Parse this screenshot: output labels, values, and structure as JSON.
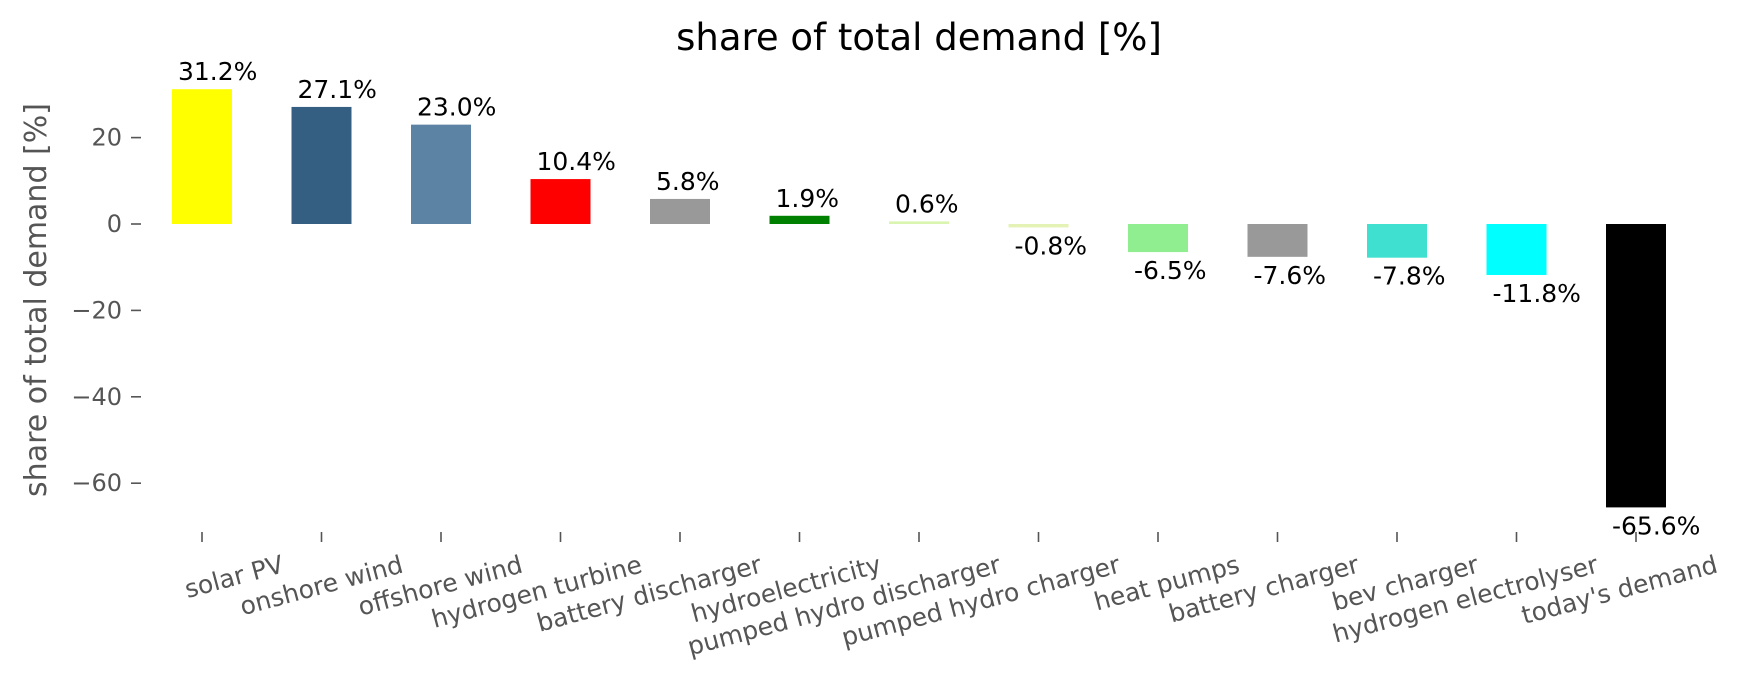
{
  "chart_data": {
    "type": "bar",
    "title": "share of total demand [%]",
    "xlabel": "",
    "ylabel": "share of total demand [%]",
    "ylim": [
      -71,
      35
    ],
    "yticks": [
      20,
      0,
      -20,
      -40,
      -60
    ],
    "ytick_labels": [
      "20",
      "0",
      "−20",
      "−40",
      "−60"
    ],
    "grid": false,
    "legend": "none",
    "categories": [
      "solar PV",
      "onshore wind",
      "offshore wind",
      "hydrogen turbine",
      "battery discharger",
      "hydroelectricity",
      "pumped hydro discharger",
      "pumped hydro charger",
      "heat pumps",
      "battery charger",
      "bev charger",
      "hydrogen electrolyser",
      "today's demand"
    ],
    "values": [
      31.2,
      27.1,
      23.0,
      10.4,
      5.8,
      1.9,
      0.6,
      -0.8,
      -6.5,
      -7.6,
      -7.8,
      -11.8,
      -65.6
    ],
    "data_labels": [
      "31.2%",
      "27.1%",
      "23.0%",
      "10.4%",
      "5.8%",
      "1.9%",
      "0.6%",
      "-0.8%",
      "-6.5%",
      "-7.6%",
      "-7.8%",
      "-11.8%",
      "-65.6%"
    ],
    "colors": [
      "#ffff00",
      "#355f82",
      "#5c83a3",
      "#ff0000",
      "#999999",
      "#008000",
      "#d9f5b0",
      "#e4f2b6",
      "#90ee90",
      "#999999",
      "#40e0d0",
      "#00ffff",
      "#000000"
    ]
  }
}
